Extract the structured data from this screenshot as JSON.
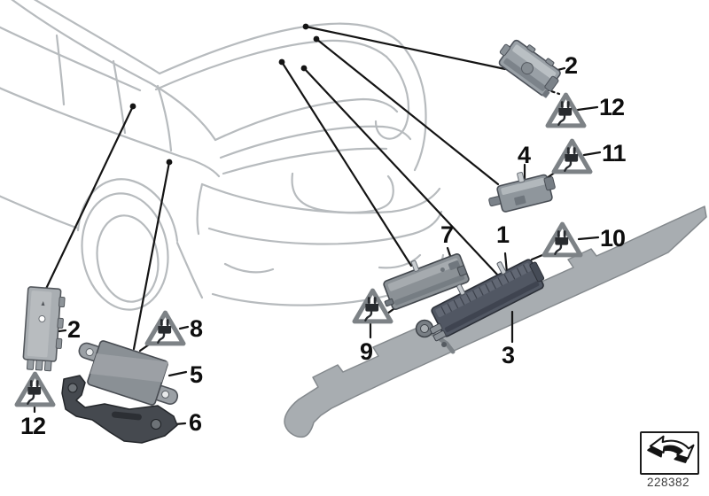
{
  "callouts": {
    "c1": "1",
    "c2_roof": "2",
    "c2_side": "2",
    "c3": "3",
    "c4": "4",
    "c5": "5",
    "c6": "6",
    "c7": "7",
    "c8": "8",
    "c9": "9",
    "c10": "10",
    "c11": "11",
    "c12_roof": "12",
    "c12_side": "12"
  },
  "footer": {
    "doc_number": "228382"
  },
  "icons": {
    "warning_triangles": "plug-connector-warning-icon",
    "footer_box": "page-flip-arrow-icon"
  },
  "colors": {
    "background": "#ffffff",
    "car_outline": "#b7bbbe",
    "callout_line": "#141414",
    "label_text": "#0e0e0e",
    "warning_triangle": "#7d8286",
    "plug_glyph": "#282b2f",
    "trim_strip_fill": "#a8adb1",
    "module_dark": "#515763",
    "module_mid": "#8b9196",
    "module_light": "#a9aeb2",
    "bracket_dark": "#45494f",
    "doc_number_text": "#3c3c3c"
  }
}
